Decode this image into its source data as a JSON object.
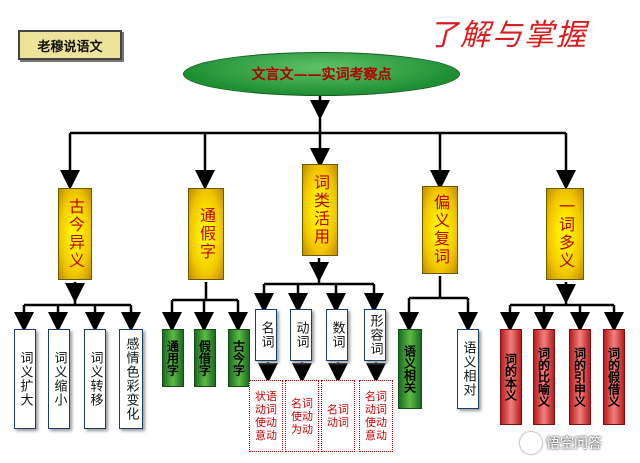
{
  "badge": "老穆说语文",
  "heading": "了解与掌握",
  "root": "文言文——实词考察点",
  "categories": [
    {
      "label": "古今异义",
      "children": [
        "词义扩大",
        "词义缩小",
        "词义转移",
        "感情色彩变化"
      ]
    },
    {
      "label": "通假字",
      "children": [
        "通用字",
        "假借字",
        "古今字"
      ]
    },
    {
      "label": "词类活用",
      "children": [
        "名词",
        "动词",
        "数词",
        "形容词"
      ],
      "details": [
        "状语动词使动意动",
        "名词使动为动",
        "名词动词",
        "名词动词使动意动"
      ]
    },
    {
      "label": "偏义复词",
      "children": [
        "语义相关",
        "语义相对"
      ]
    },
    {
      "label": "一词多义",
      "children": [
        "词的本义",
        "词的比喻义",
        "词的引申义",
        "词的假借义"
      ]
    }
  ],
  "watermark": "悟空问答"
}
